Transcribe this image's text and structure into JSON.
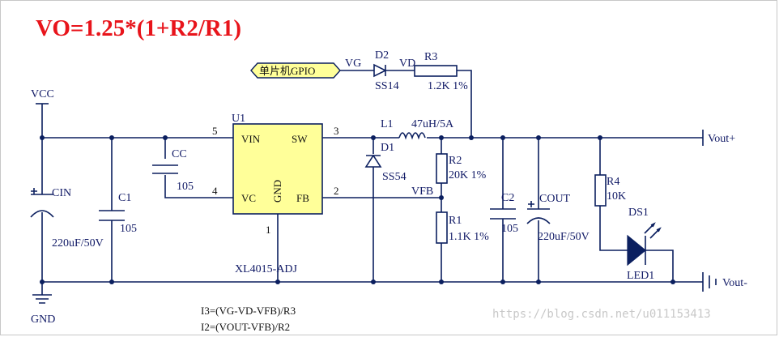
{
  "title": "VO=1.25*(1+R2/R1)",
  "nets": {
    "vcc": "VCC",
    "gnd": "GND",
    "vg": "VG",
    "vd": "VD",
    "vfb": "VFB",
    "vout_plus": "Vout+",
    "vout_minus": "Vout-",
    "gpio": "单片机GPIO"
  },
  "ic": {
    "ref": "U1",
    "part": "XL4015-ADJ",
    "pins": {
      "vin": "VIN",
      "sw": "SW",
      "vc": "VC",
      "fb": "FB",
      "gnd": "GND",
      "n5": "5",
      "n3": "3",
      "n4": "4",
      "n2": "2",
      "n1": "1"
    }
  },
  "components": {
    "cin": {
      "ref": "CIN",
      "value": "220uF/50V"
    },
    "c1": {
      "ref": "C1",
      "value": "105"
    },
    "cc": {
      "ref": "CC",
      "value": "105"
    },
    "d1": {
      "ref": "D1",
      "value": "SS54"
    },
    "l1": {
      "ref": "L1",
      "value": "47uH/5A"
    },
    "d2": {
      "ref": "D2",
      "value": "SS14"
    },
    "r3": {
      "ref": "R3",
      "value": "1.2K 1%"
    },
    "r2": {
      "ref": "R2",
      "value": "20K 1%"
    },
    "r1": {
      "ref": "R1",
      "value": "1.1K 1%"
    },
    "c2": {
      "ref": "C2",
      "value": "105"
    },
    "cout": {
      "ref": "COUT",
      "value": "220uF/50V"
    },
    "r4": {
      "ref": "R4",
      "value": "10K"
    },
    "ds1": {
      "ref": "DS1",
      "value": "LED1"
    }
  },
  "formulas": [
    "I3=(VG-VD-VFB)/R3",
    "I2=(VOUT-VFB)/R2"
  ],
  "watermark": "https://blog.csdn.net/u011153413"
}
